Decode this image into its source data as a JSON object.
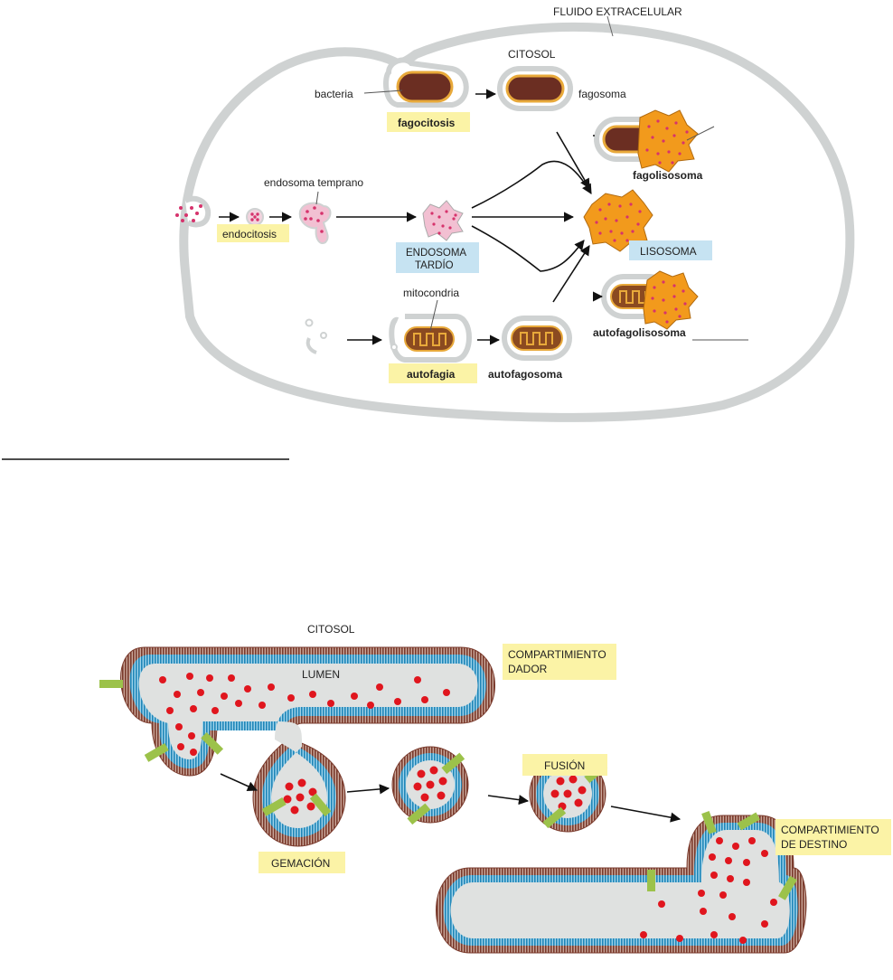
{
  "top": {
    "fluido_extracelular": "FLUIDO EXTRACELULAR",
    "citosol": "CITOSOL",
    "bacteria": "bacteria",
    "fagosoma": "fagosoma",
    "fagocitosis": "fagocitosis",
    "fagolisosoma": "fagolisosoma",
    "endosoma_temprano": "endosoma temprano",
    "endocitosis": "endocitosis",
    "endosoma_tardio_1": "ENDOSOMA",
    "endosoma_tardio_2": "TARDÍO",
    "lisosoma": "LISOSOMA",
    "mitocondria": "mitocondria",
    "autofagolisosoma": "autofagolisosoma",
    "autofagia": "autofagia",
    "autofagosoma": "autofagosoma"
  },
  "bottom": {
    "citosol": "CITOSOL",
    "lumen": "LUMEN",
    "compartimiento_dador_1": "COMPARTIMIENTO",
    "compartimiento_dador_2": "DADOR",
    "fusion": "FUSIÓN",
    "gemacion": "GEMACIÓN",
    "compartimiento_destino_1": "COMPARTIMIENTO",
    "compartimiento_destino_2": "DE DESTINO"
  },
  "colors": {
    "highlight_yellow": "#fbf3a6",
    "highlight_blue": "#c6e3f2",
    "membrane_gray": "#cfd2d2",
    "lysosome_orange": "#f29a1c",
    "cargo_magenta": "#d6336c",
    "cargo_red": "#e0161e",
    "bilayer_blue": "#2e93c4",
    "bilayer_brown": "#8b4a3a",
    "receptor_green": "#9cc24a"
  }
}
